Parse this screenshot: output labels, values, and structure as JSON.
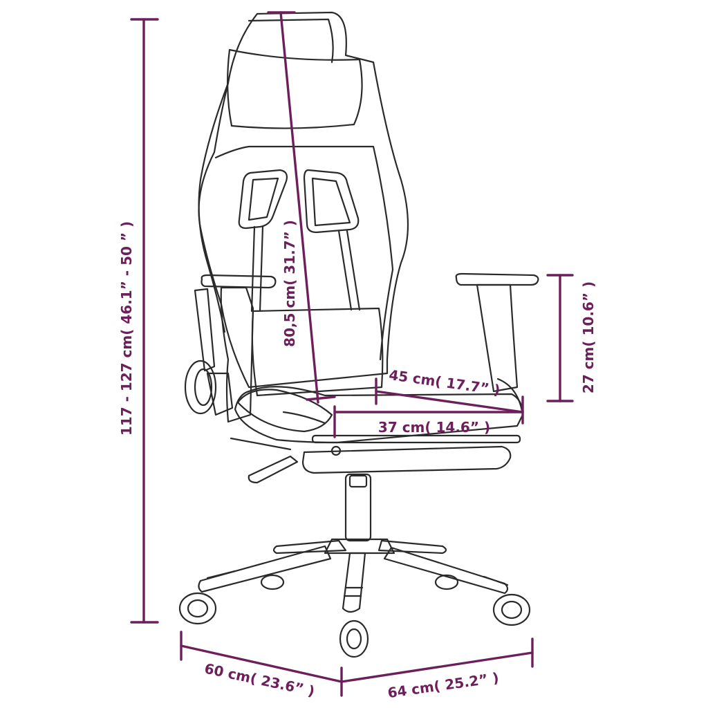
{
  "colors": {
    "dimension": "#6d1f5c",
    "outline": "#2a2a2a",
    "background": "#ffffff"
  },
  "dimensions": {
    "total_height": "117 - 127 cm( 46.1”  - 50 ” )",
    "backrest_height": "80,5 cm( 31.7” )",
    "seat_width": "45 cm( 17.7” )",
    "seat_depth": "37 cm( 14.6” )",
    "armrest_height": "27 cm( 10.6” )",
    "base_left": "60 cm( 23.6” )",
    "base_right": "64 cm( 25.2” )"
  }
}
